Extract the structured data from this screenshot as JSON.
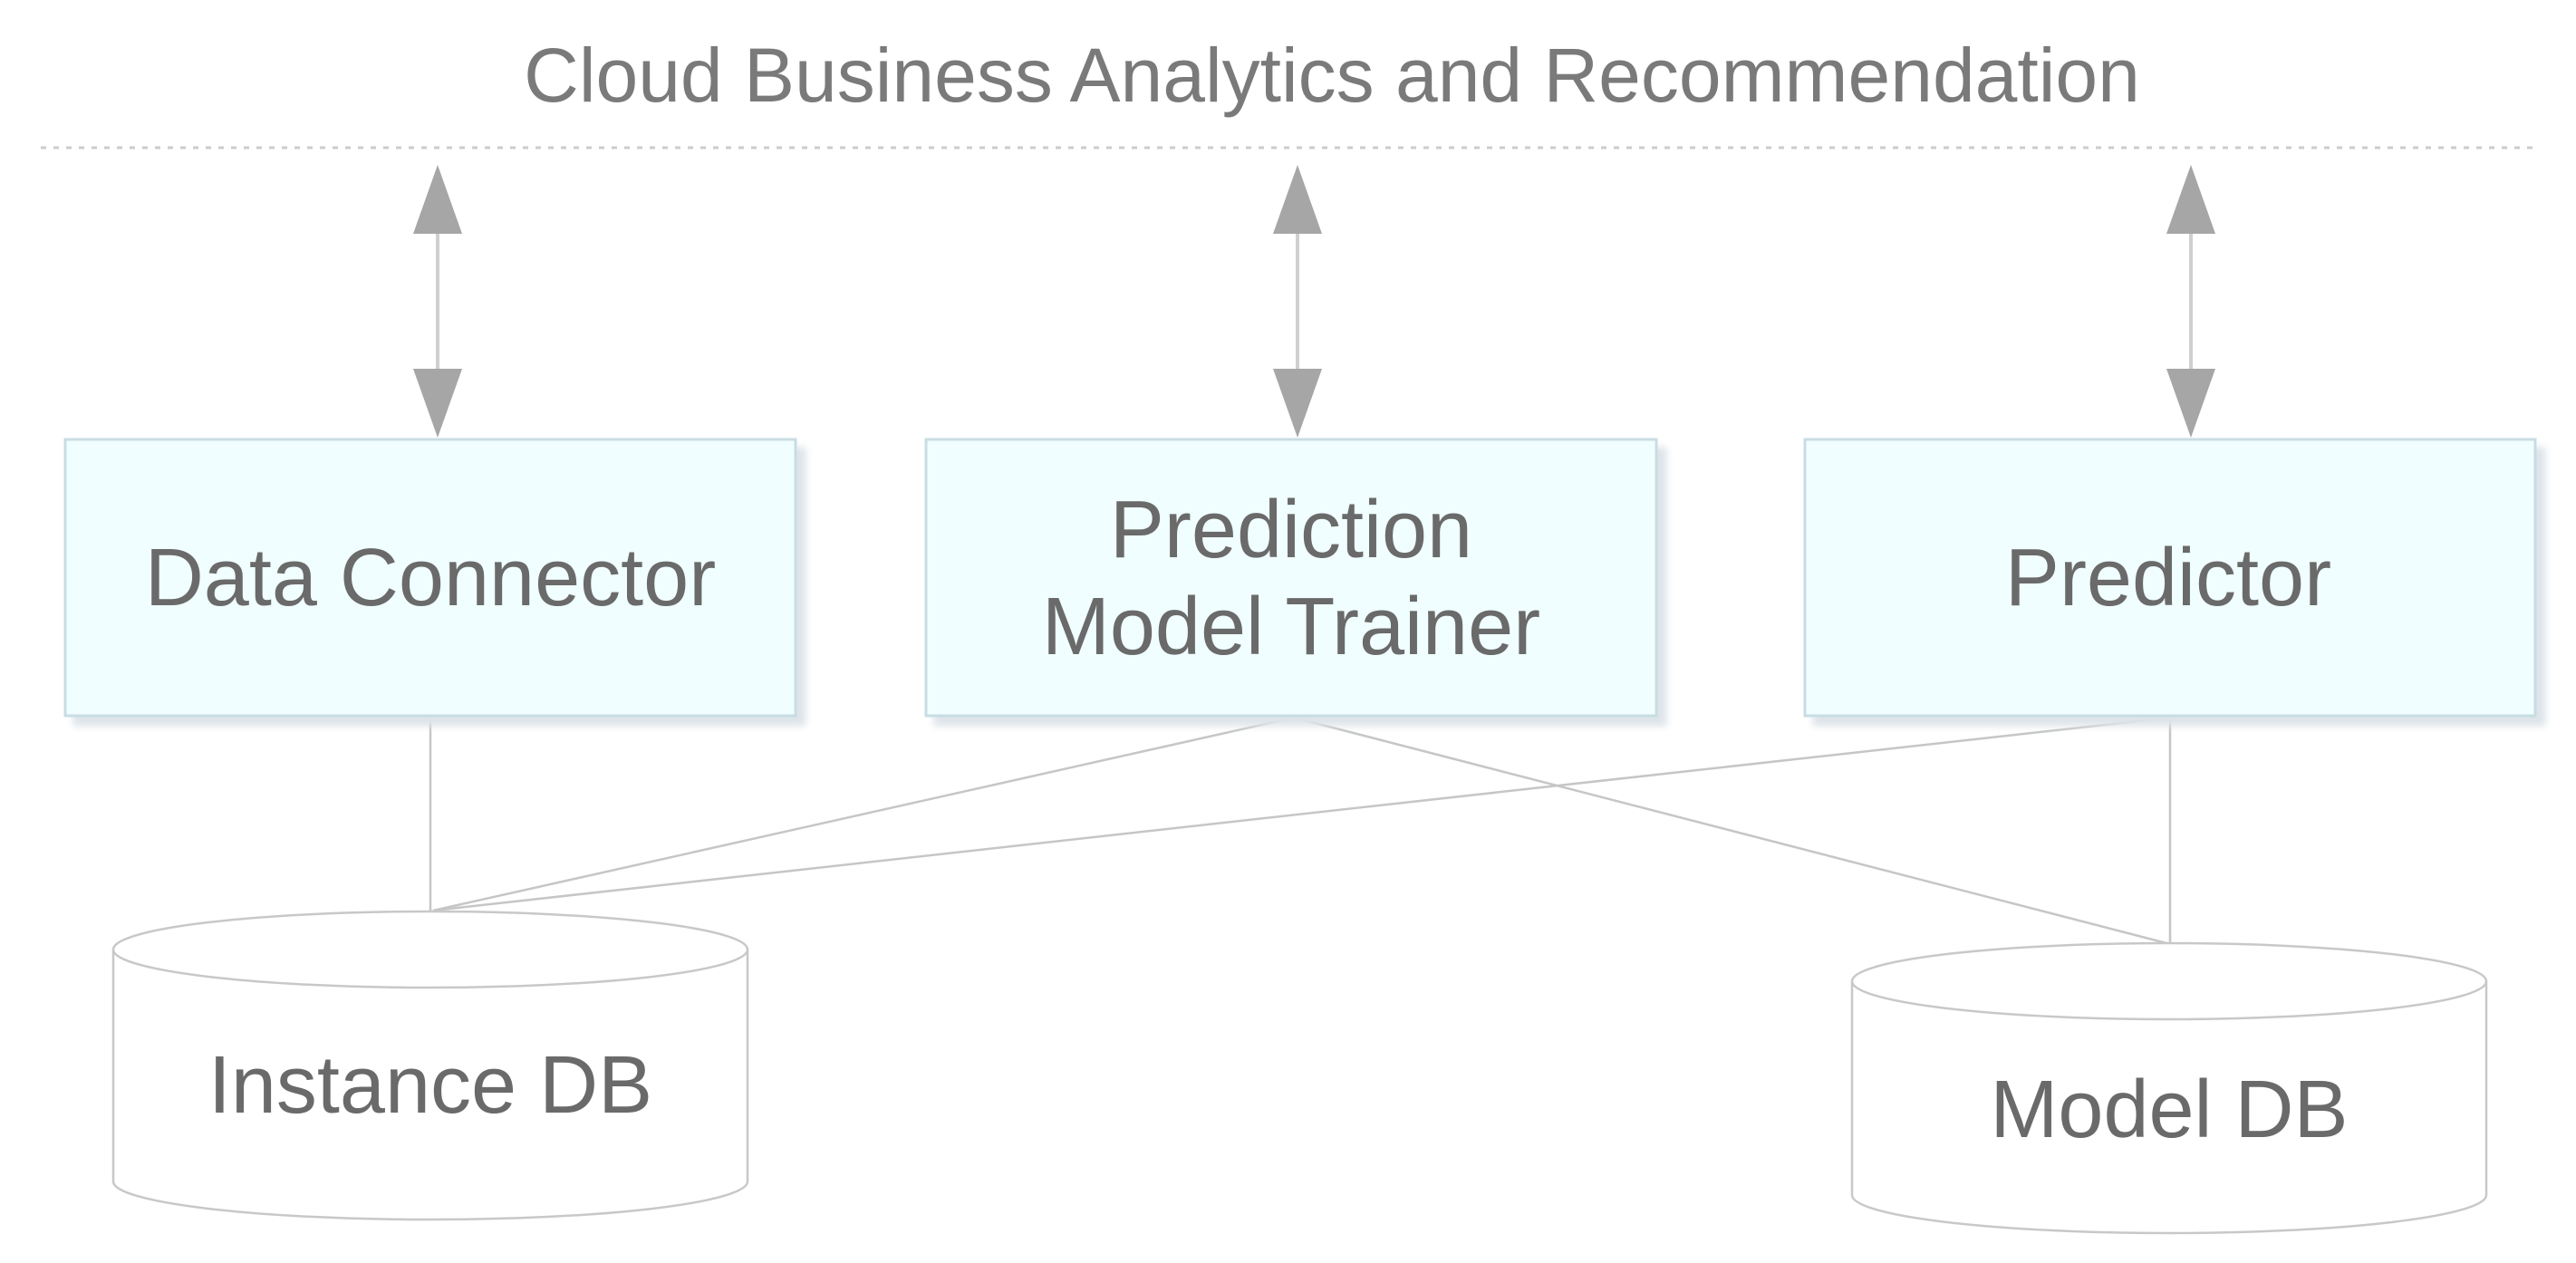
{
  "diagram": {
    "header": {
      "title": "Cloud Business Analytics and Recommendation"
    },
    "components": [
      {
        "id": "data_connector",
        "lines": [
          "Data Connector"
        ]
      },
      {
        "id": "model_trainer",
        "lines": [
          "Prediction",
          "Model Trainer"
        ]
      },
      {
        "id": "predictor",
        "lines": [
          "Predictor"
        ]
      }
    ],
    "databases": [
      {
        "id": "instance_db",
        "label": "Instance DB"
      },
      {
        "id": "model_db",
        "label": "Model DB"
      }
    ],
    "connections": [
      {
        "from": "data_connector",
        "to": "instance_db"
      },
      {
        "from": "model_trainer",
        "to": "instance_db"
      },
      {
        "from": "predictor",
        "to": "instance_db"
      },
      {
        "from": "model_trainer",
        "to": "model_db"
      },
      {
        "from": "predictor",
        "to": "model_db"
      }
    ],
    "arrows": [
      {
        "to": "data_connector",
        "direction": "bidirectional"
      },
      {
        "to": "model_trainer",
        "direction": "bidirectional"
      },
      {
        "to": "predictor",
        "direction": "bidirectional"
      }
    ],
    "colors": {
      "box_fill": "#f0feff",
      "box_stroke": "#c8dde3",
      "arrow": "#a6a6a6",
      "line": "#c6c6c6",
      "text": "#6a6a6a",
      "title_text": "#7a7a7a",
      "divider": "#cccccc"
    }
  }
}
